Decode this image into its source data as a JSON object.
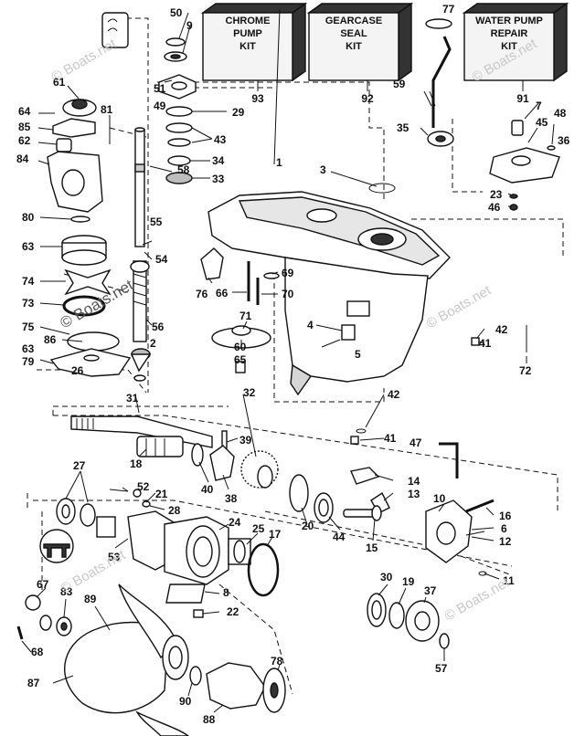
{
  "kits": [
    {
      "lines": [
        "CHROME",
        "PUMP",
        "KIT"
      ],
      "number": "93"
    },
    {
      "lines": [
        "GEARCASE",
        "SEAL",
        "KIT"
      ],
      "number": "92"
    },
    {
      "lines": [
        "WATER PUMP",
        "REPAIR",
        "KIT"
      ],
      "number": "91"
    }
  ],
  "watermark": "© Boats.net",
  "callouts": [
    "1",
    "2",
    "3",
    "4",
    "5",
    "6",
    "7",
    "8",
    "9",
    "10",
    "11",
    "12",
    "13",
    "14",
    "15",
    "16",
    "17",
    "18",
    "19",
    "20",
    "21",
    "22",
    "23",
    "24",
    "25",
    "26",
    "27",
    "28",
    "29",
    "30",
    "31",
    "32",
    "33",
    "34",
    "35",
    "36",
    "37",
    "38",
    "39",
    "40",
    "41",
    "42",
    "43",
    "44",
    "45",
    "46",
    "47",
    "48",
    "49",
    "50",
    "51",
    "52",
    "53",
    "54",
    "55",
    "56",
    "57",
    "58",
    "59",
    "60",
    "61",
    "62",
    "63",
    "64",
    "65",
    "66",
    "67",
    "68",
    "69",
    "70",
    "71",
    "72",
    "73",
    "74",
    "75",
    "76",
    "77",
    "78",
    "79",
    "80",
    "81",
    "83",
    "84",
    "85",
    "86",
    "87",
    "88",
    "89",
    "90"
  ]
}
